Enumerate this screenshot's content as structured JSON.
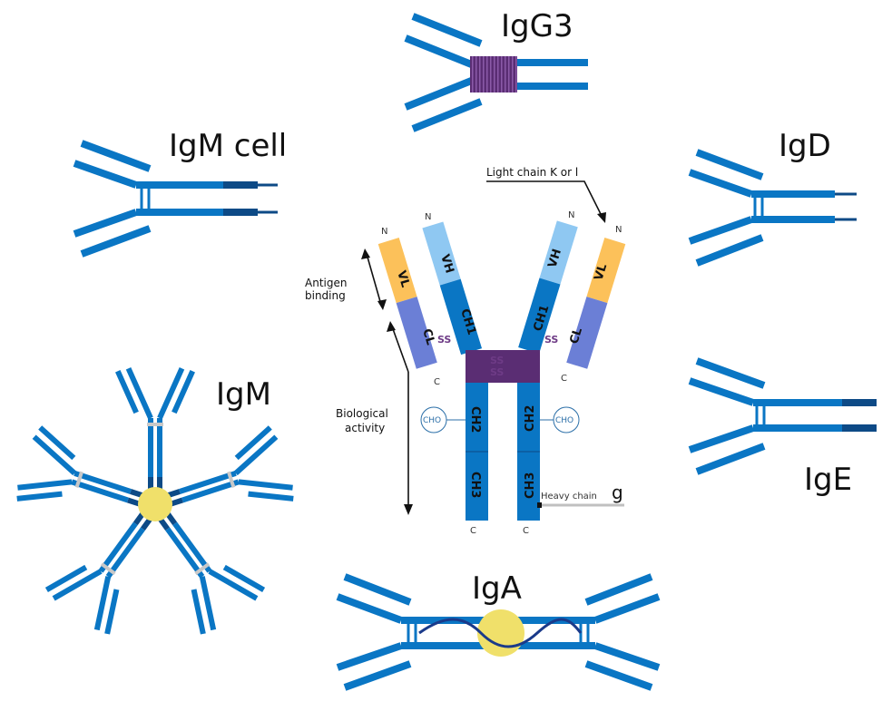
{
  "colors": {
    "chain_blue": "#0a76c4",
    "chain_dark": "#0d4a86",
    "hinge_purple": "#5a2d73",
    "variable_light": "#fcc15a",
    "variable_heavy": "#8fc8f2",
    "constant_light": "#6b7fd6",
    "constant_heavy": "#0a76c4",
    "j_chain": "#f0e06a",
    "disulfide_link": "#c8c8c8"
  },
  "labels": {
    "igg3": "IgG3",
    "igm_cell": "IgM cell",
    "igd": "IgD",
    "igm": "IgM",
    "ige": "IgE",
    "iga": "IgA"
  },
  "center": {
    "light_chain_label": "Light chain K or l",
    "antigen_binding_line1": "Antigen",
    "antigen_binding_line2": "binding",
    "biological_activity_line1": "Biological",
    "biological_activity_line2": "activity",
    "heavy_chain_label": "Heavy chain",
    "heavy_chain_letter": "g",
    "n_terminus": "N",
    "c_terminus": "C",
    "vl": "VL",
    "vh": "VH",
    "cl": "CL",
    "ch1": "CH1",
    "ch2": "CH2",
    "ch3": "CH3",
    "cho": "CHO",
    "ss": "SS"
  }
}
